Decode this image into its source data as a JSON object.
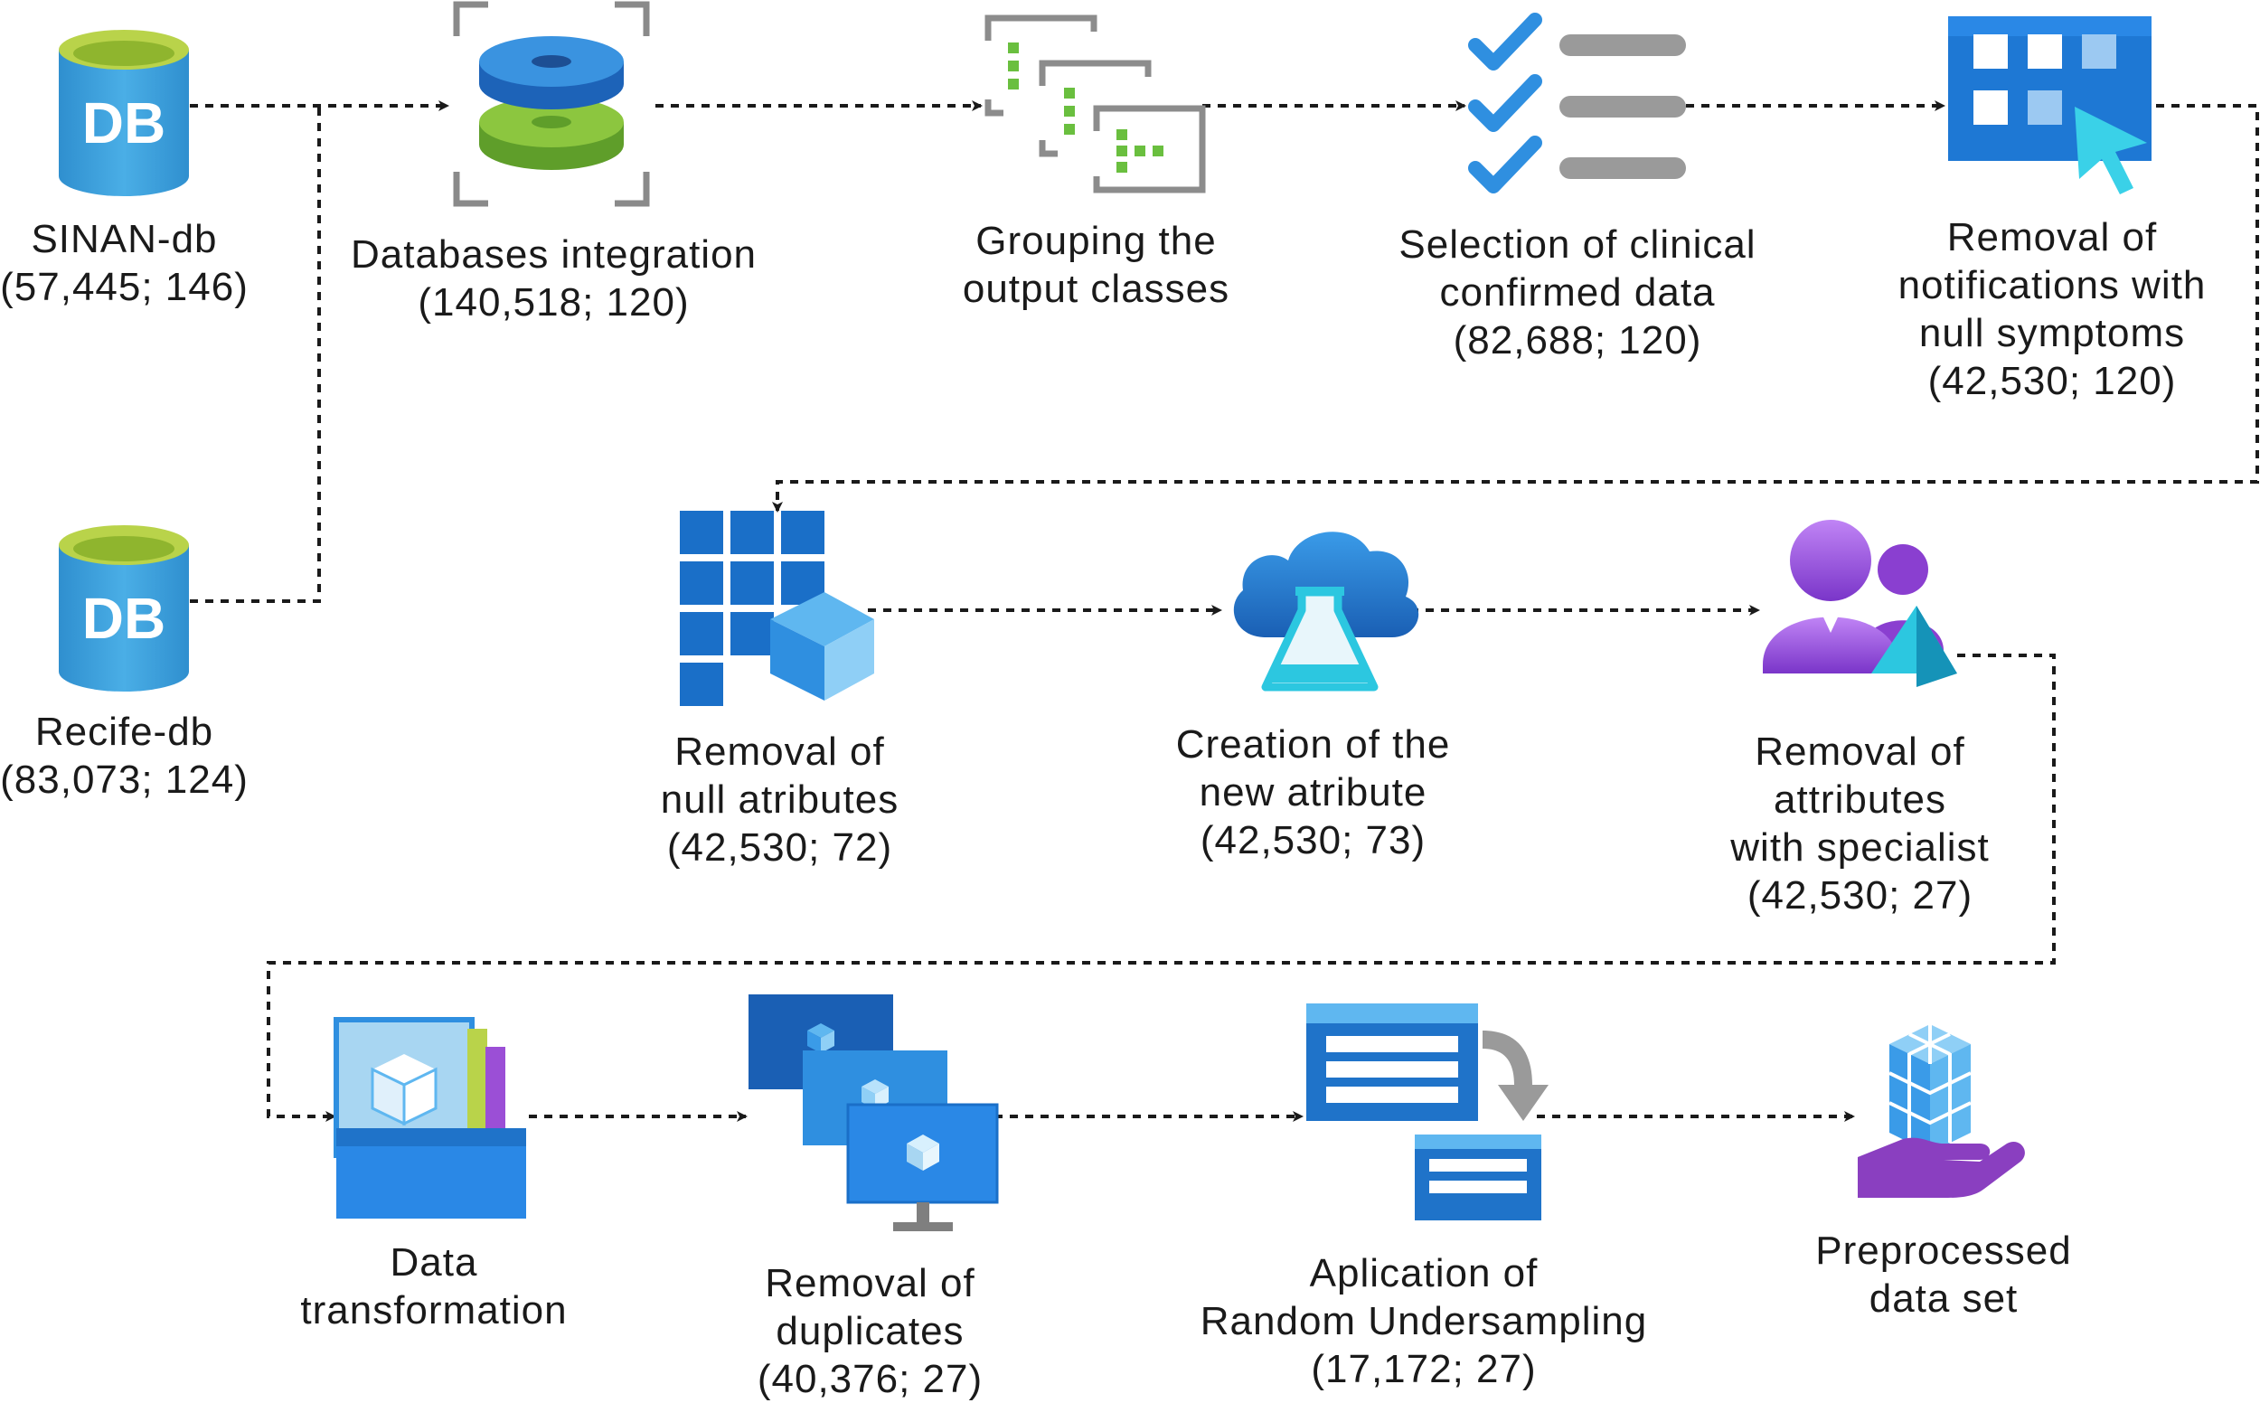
{
  "nodes": {
    "sinan": {
      "lines": [
        "SINAN-db",
        "(57,445; 146)"
      ],
      "icon": "database-icon",
      "icon_text": "DB"
    },
    "recife": {
      "lines": [
        "Recife-db",
        "(83,073; 124)"
      ],
      "icon": "database-icon",
      "icon_text": "DB"
    },
    "integration": {
      "lines": [
        "Databases integration",
        "(140,518; 120)"
      ],
      "icon": "database-integration-icon"
    },
    "grouping": {
      "lines": [
        "Grouping the",
        "output classes"
      ],
      "icon": "grouping-icon"
    },
    "selection": {
      "lines": [
        "Selection of clinical",
        "confirmed data",
        "(82,688; 120)"
      ],
      "icon": "checklist-icon"
    },
    "null_symptoms": {
      "lines": [
        "Removal of",
        "notifications with",
        "null symptoms",
        "(42,530; 120)"
      ],
      "icon": "grid-cursor-icon"
    },
    "null_attributes": {
      "lines": [
        "Removal of",
        "null atributes",
        "(42,530; 72)"
      ],
      "icon": "grid-cube-icon"
    },
    "new_attribute": {
      "lines": [
        "Creation of the",
        "new atribute",
        "(42,530; 73)"
      ],
      "icon": "cloud-flask-icon"
    },
    "specialist": {
      "lines": [
        "Removal of",
        "attributes",
        "with specialist",
        "(42,530; 27)"
      ],
      "icon": "users-icon"
    },
    "transformation": {
      "lines": [
        "Data",
        "transformation"
      ],
      "icon": "data-box-icon"
    },
    "duplicates": {
      "lines": [
        "Removal of",
        "duplicates",
        "(40,376; 27)"
      ],
      "icon": "stacked-monitors-icon"
    },
    "undersampling": {
      "lines": [
        "Aplication of",
        "Random Undersampling",
        "(17,172; 27)"
      ],
      "icon": "window-arrow-icon"
    },
    "preprocessed": {
      "lines": [
        "Preprocessed",
        "data set"
      ],
      "icon": "hand-cubes-icon"
    }
  },
  "colors": {
    "db_blue": "#3b9fd6",
    "db_green": "#b9d34a",
    "azure_blue": "#1f73c9",
    "light_blue": "#5fb7f0",
    "purple": "#9b4fd6",
    "green": "#6abf3f",
    "gray": "#9a9a9a",
    "connector": "#1a1a1a"
  }
}
